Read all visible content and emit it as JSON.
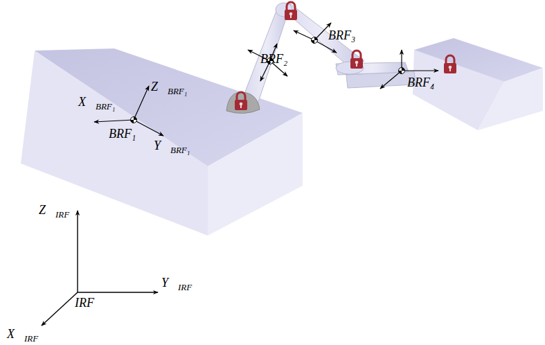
{
  "diagram": {
    "labels": [
      "X⃗BRF₁",
      "Z⃗BRF₁",
      "BRF₁",
      "Y⃗BRF₁",
      "BRF₂",
      "BRF₃",
      "BRF₄",
      "Z⃗IRF",
      "Y⃗IRF",
      "IRF",
      "X⃗IRF"
    ]
  }
}
